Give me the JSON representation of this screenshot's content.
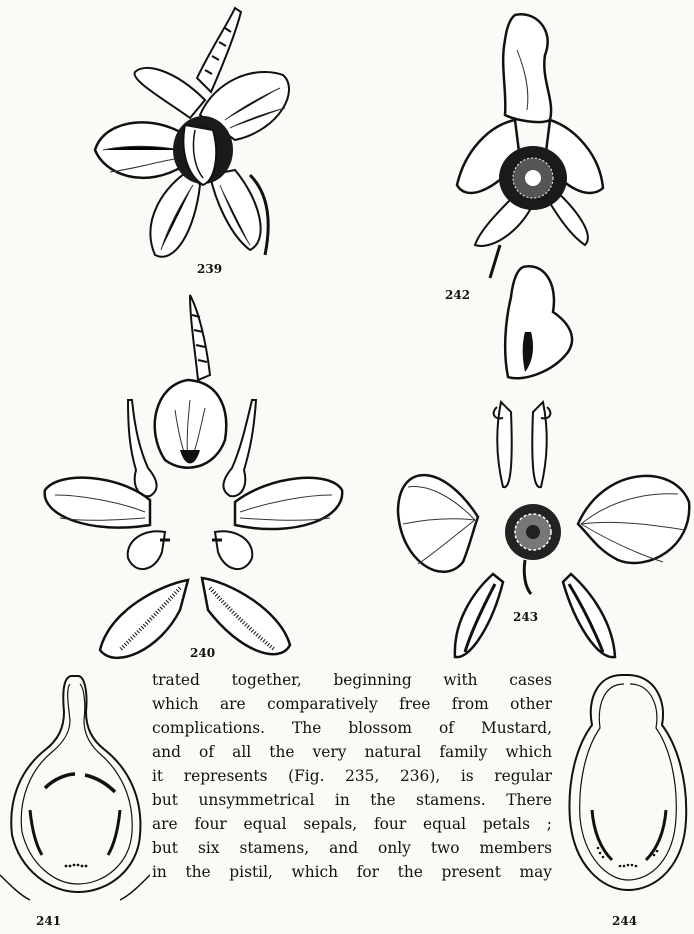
{
  "figure_labels": {
    "fig239": "239",
    "fig240": "240",
    "fig241": "241",
    "fig242": "242",
    "fig243": "243",
    "fig244": "244"
  },
  "text_lines": [
    "trated together, beginning with cases",
    "which are comparatively free from other",
    "complications. The blossom of Mustard,",
    "and of all the very natural family which",
    "it represents (Fig. 235, 236), is regular",
    "but unsymmetrical in the stamens. There",
    "are four equal sepals, four equal petals ;",
    "but six stamens, and only two members",
    "in the pistil, which for the present may"
  ]
}
